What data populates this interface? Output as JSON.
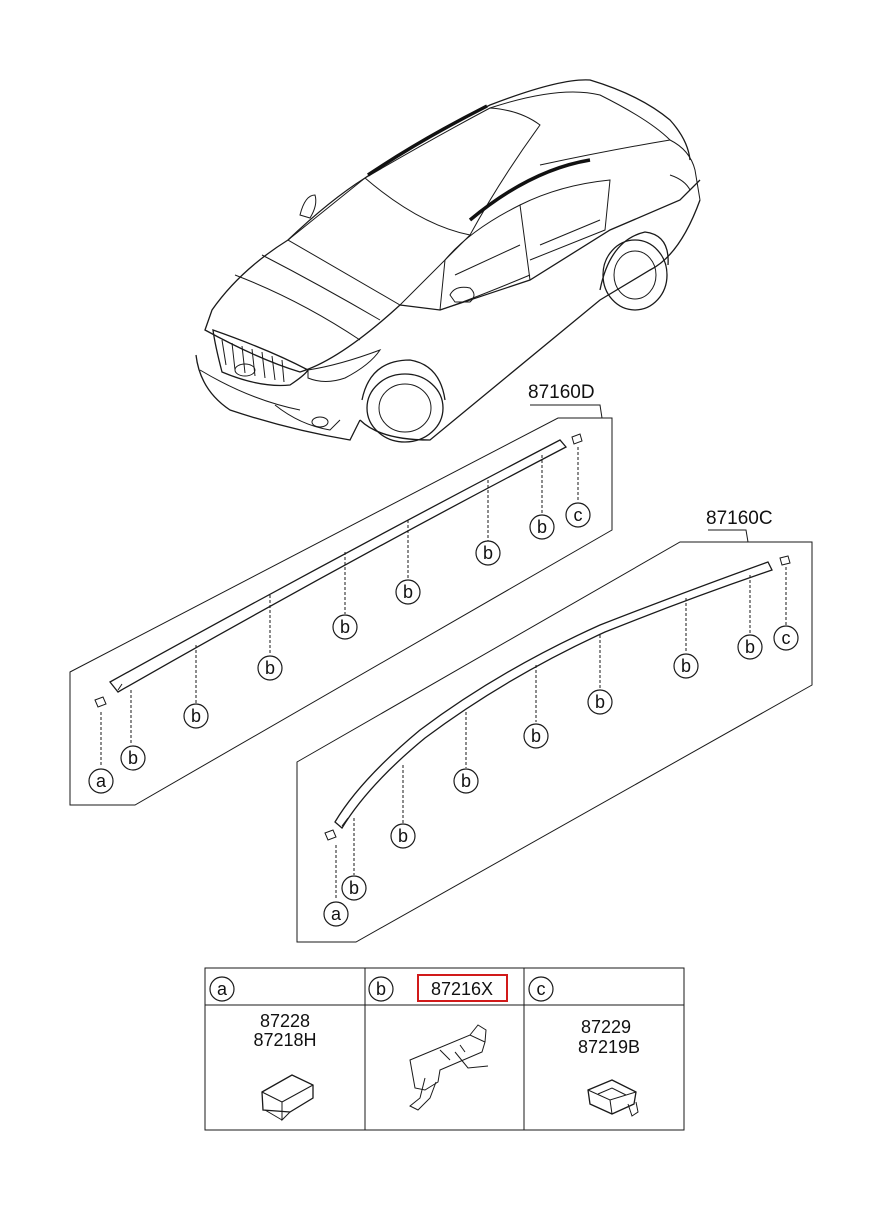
{
  "assemblies": [
    {
      "id": "upper",
      "part_number": "87160D"
    },
    {
      "id": "lower",
      "part_number": "87160C"
    }
  ],
  "callout_letters": {
    "a": "a",
    "b": "b",
    "c": "c"
  },
  "legend": {
    "columns": [
      {
        "letter": "a",
        "part_numbers": [
          "87228",
          "87218H"
        ],
        "highlighted": false
      },
      {
        "letter": "b",
        "part_numbers": [
          "87216X"
        ],
        "highlighted": true
      },
      {
        "letter": "c",
        "part_numbers": [
          "87229",
          "87219B"
        ],
        "highlighted": false
      }
    ]
  },
  "colors": {
    "line": "#1a1a1a",
    "highlight": "#d11a1a",
    "background": "#ffffff"
  }
}
